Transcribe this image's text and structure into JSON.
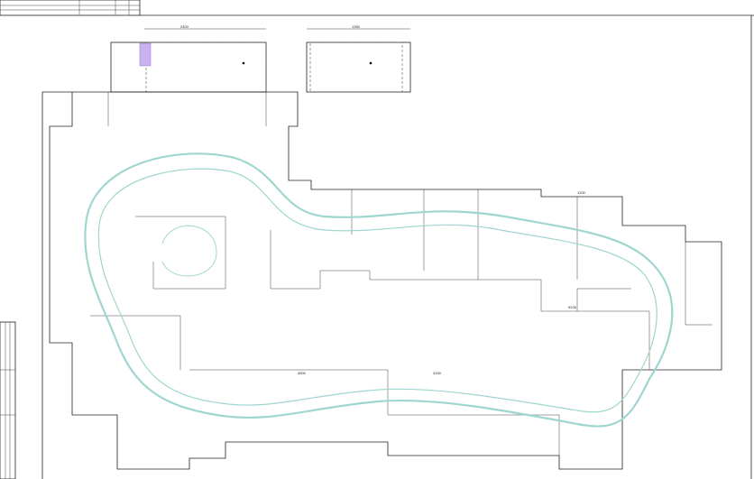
{
  "drawing": {
    "dimension_labels": [
      "9226",
      "2400",
      "1350",
      "3150",
      "4500",
      "1200"
    ],
    "colors": {
      "track": "#9fd6d0",
      "stair_hatch": "#9a6fd0",
      "line": "#222222"
    }
  }
}
